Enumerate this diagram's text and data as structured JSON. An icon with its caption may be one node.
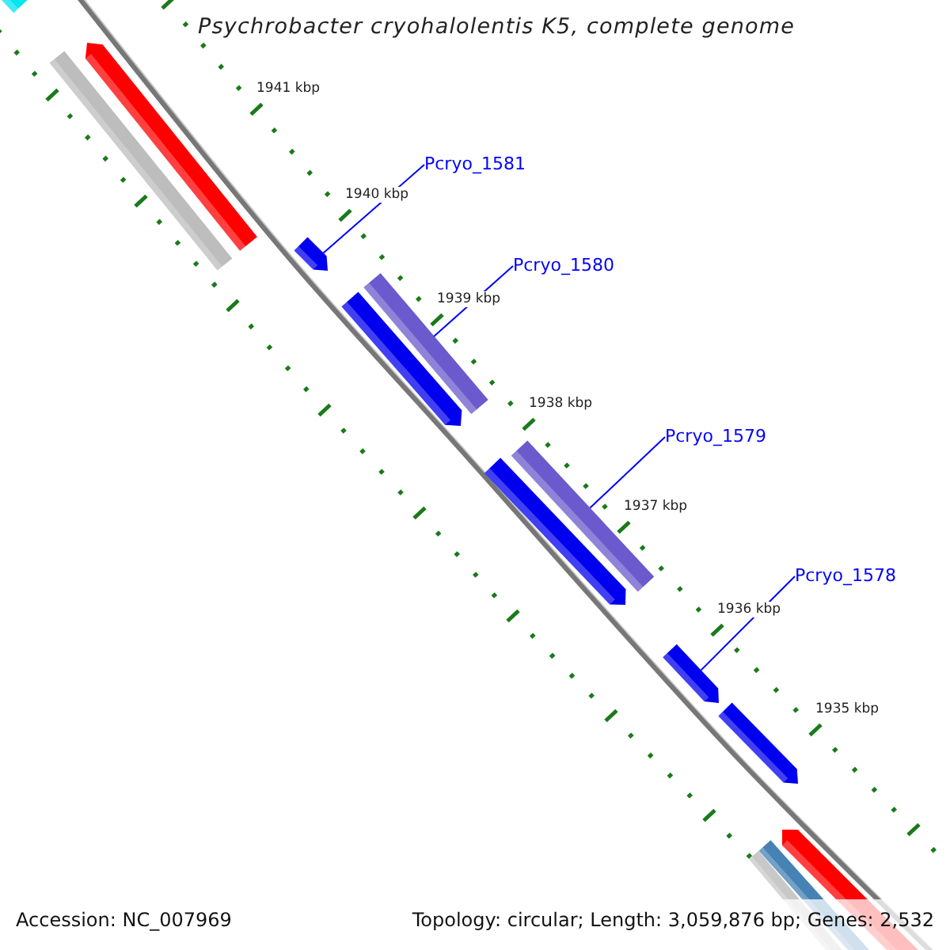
{
  "diagram": {
    "title": "Psychrobacter cryohalolentis K5, complete genome",
    "nodes": [
      {
        "text": [
          "Pcryo_1581"
        ]
      },
      {
        "text": [
          "Pcryo_1580"
        ]
      },
      {
        "text": [
          "Pcryo_1579"
        ]
      },
      {
        "text": [
          "Pcryo_1578"
        ]
      },
      {
        "text": [],
        "shape": "arrow"
      },
      {
        "text": [],
        "shape": "bar"
      },
      {
        "text": [],
        "shape": "bar"
      },
      {
        "text": [],
        "shape": "arrow"
      }
    ],
    "edges": [
      {
        "from": 0,
        "to": 4,
        "arrow": "none"
      },
      {
        "from": 1,
        "to": 5,
        "arrow": "none"
      },
      {
        "from": 2,
        "to": 6,
        "arrow": "none"
      },
      {
        "from": 3,
        "to": 7,
        "arrow": "none"
      }
    ],
    "labels": [
      "1941 kbp",
      "1940 kbp",
      "1939 kbp",
      "1938 kbp",
      "1937 kbp",
      "1936 kbp",
      "1935 kbp",
      "Accession: NC_007969",
      "Topology: circular; Length: 3,059,876 bp; Genes: 2,532"
    ]
  }
}
